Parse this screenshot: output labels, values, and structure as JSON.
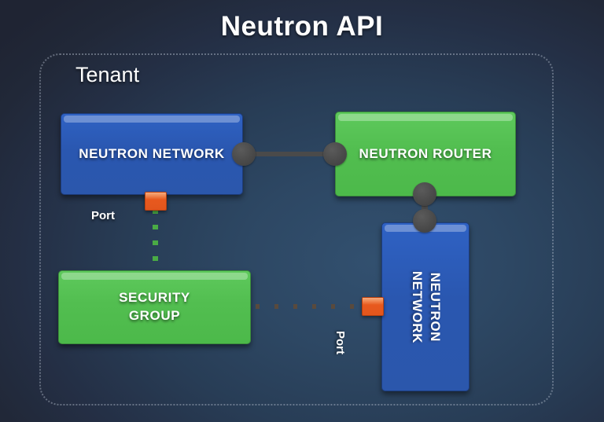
{
  "diagram": {
    "title": "Neutron API",
    "container": {
      "label": "Tenant",
      "border_style": "dotted",
      "border_color": "#bec8d7"
    },
    "background": {
      "type": "radial-gradient",
      "center_color": "#32506f",
      "edge_color": "#1f2433"
    },
    "nodes": [
      {
        "id": "neutron-network-top",
        "label": "NEUTRON NETWORK",
        "color": "#2a57b0",
        "color_name": "blue",
        "orientation": "horizontal"
      },
      {
        "id": "neutron-router",
        "label": "NEUTRON ROUTER",
        "color": "#52be50",
        "color_name": "green",
        "orientation": "horizontal"
      },
      {
        "id": "security-group",
        "label": "SECURITY\nGROUP",
        "color": "#52be50",
        "color_name": "green",
        "orientation": "horizontal"
      },
      {
        "id": "neutron-network-right",
        "label": "NEUTRON\nNETWORK",
        "color": "#2a57b0",
        "color_name": "blue",
        "orientation": "vertical"
      }
    ],
    "ports": [
      {
        "id": "port-top",
        "label": "Port",
        "color": "#e8591e"
      },
      {
        "id": "port-right",
        "label": "Port",
        "color": "#e8591e"
      }
    ],
    "connectors": [
      {
        "id": "network-to-router",
        "from": "neutron-network-top",
        "to": "neutron-router",
        "style": "solid-knob",
        "color": "#4a4a4a"
      },
      {
        "id": "router-to-network-right",
        "from": "neutron-router",
        "to": "neutron-network-right",
        "style": "solid-knob",
        "color": "#4a4a4a"
      },
      {
        "id": "port-top-to-security-group",
        "from": "port-top",
        "to": "security-group",
        "style": "dotted",
        "color": "#4aab45"
      },
      {
        "id": "security-group-to-port-right",
        "from": "security-group",
        "to": "port-right",
        "style": "dotted",
        "color": "#594a3d"
      }
    ]
  }
}
